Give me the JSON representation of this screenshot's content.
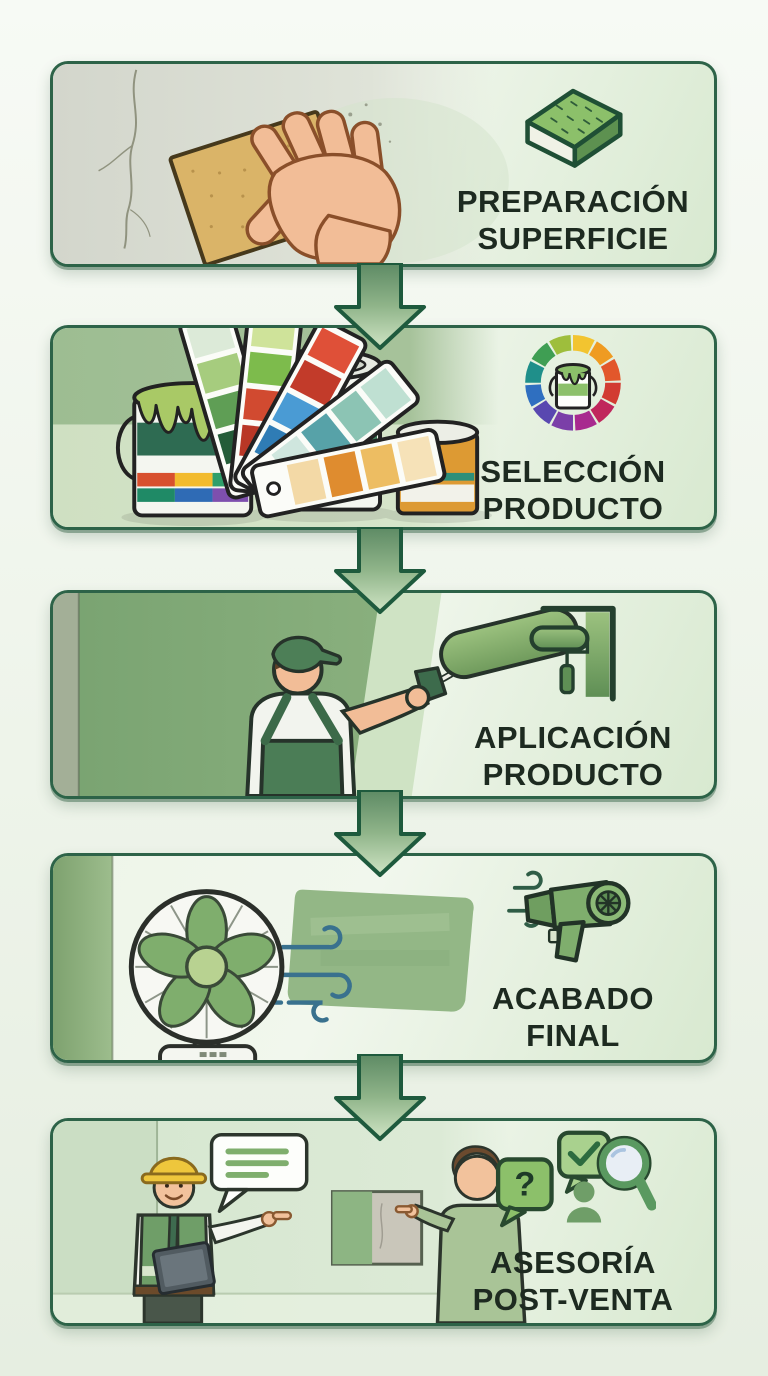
{
  "page": {
    "background": "#eef4ea",
    "box_border_color": "#2d6348",
    "title_color": "#1d2a20",
    "arrow_outline_color": "#1e5a3d",
    "arrow_fill_top": "#5d8a64",
    "arrow_fill_bottom": "#cfe4c4",
    "accent_green": "#6f9e68"
  },
  "steps": [
    {
      "id": "preparacion-superficie",
      "title_line1": "PREPARACIÓN",
      "title_line2": "SUPERFICIE",
      "icon": "sanding-sponge-icon",
      "illustration": "hand-sanding-cracked-wall"
    },
    {
      "id": "seleccion-producto",
      "title_line1": "SELECCIÓN",
      "title_line2": "PRODUCTO",
      "icon": "color-wheel-paint-can-icon",
      "illustration": "paint-cans-and-color-swatch-fans"
    },
    {
      "id": "aplicacion-producto",
      "title_line1": "APLICACIÓN",
      "title_line2": "PRODUCTO",
      "icon": "paint-roller-wall-icon",
      "illustration": "painter-applying-green-paint-with-roller"
    },
    {
      "id": "acabado-final",
      "title_line1": "ACABADO",
      "title_line2": "FINAL",
      "icon": "hair-dryer-airflow-icon",
      "illustration": "fan-drying-painted-wall-patch"
    },
    {
      "id": "asesoria-post-venta",
      "title_line1": "ASESORÍA",
      "title_line2": "POST-VENTA",
      "icon": "question-check-person-magnifier-icon",
      "illustration": "advisor-and-customer-discussing-wall-sample",
      "question_glyph": "?"
    }
  ]
}
